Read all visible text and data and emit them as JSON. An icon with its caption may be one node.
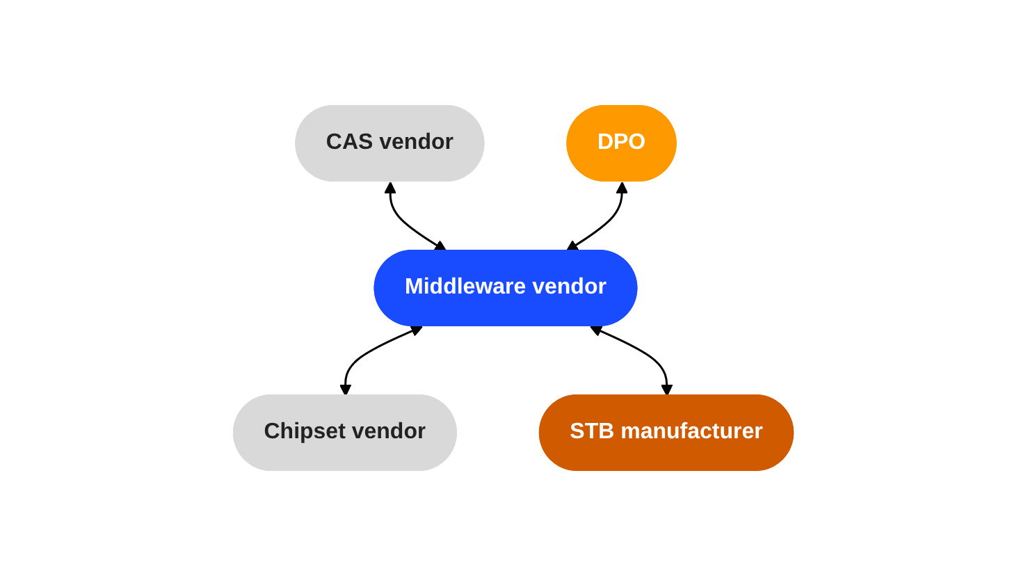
{
  "diagram": {
    "nodes": [
      {
        "text": [
          "CAS vendor"
        ]
      },
      {
        "text": [
          "DPO"
        ]
      },
      {
        "text": [
          "Middleware vendor"
        ]
      },
      {
        "text": [
          "Chipset vendor"
        ]
      },
      {
        "text": [
          "STB manufacturer"
        ]
      }
    ],
    "edges": [
      {
        "from": 0,
        "to": 2,
        "arrow": "both"
      },
      {
        "from": 1,
        "to": 2,
        "arrow": "both"
      },
      {
        "from": 2,
        "to": 3,
        "arrow": "both"
      },
      {
        "from": 2,
        "to": 4,
        "arrow": "both"
      }
    ]
  }
}
